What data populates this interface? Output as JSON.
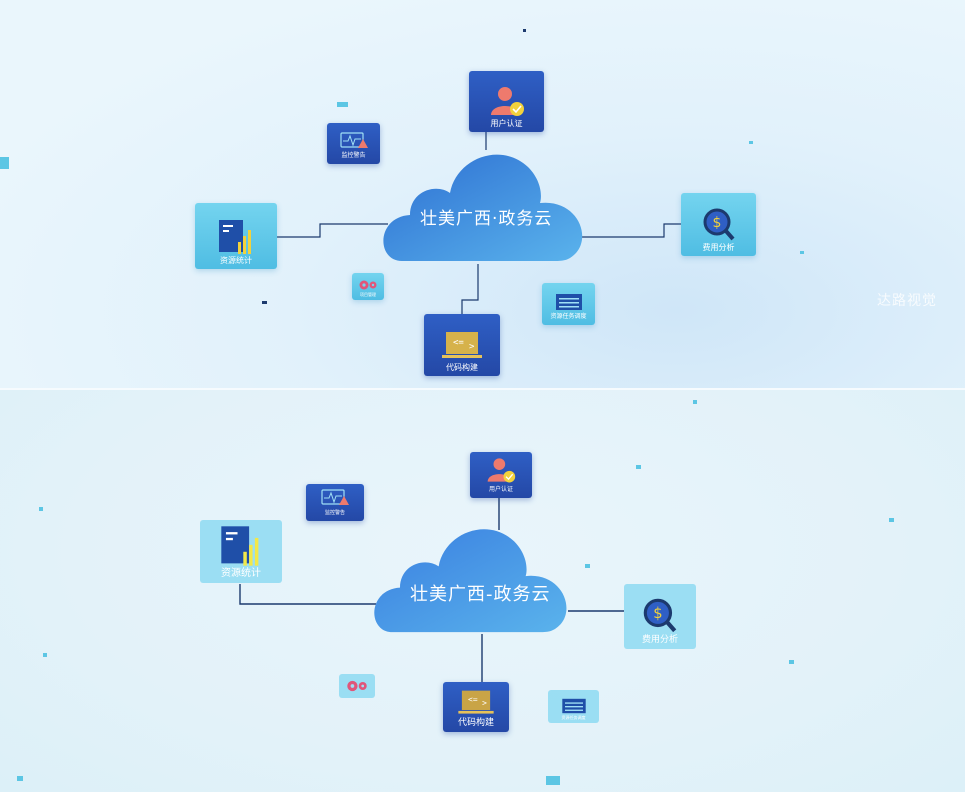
{
  "top_panel": {
    "cloud_title": "壮美广西·政务云",
    "nodes": {
      "user_auth": "用户认证",
      "monitor_alert": "监控警告",
      "resource_stats": "资源统计",
      "cost_analysis": "费用分析",
      "code_build": "代码构建",
      "resource_task": "资源任务调度",
      "project_mgmt": "项目管理"
    },
    "watermark": "达路视觉"
  },
  "bottom_panel": {
    "cloud_title": "壮美广西-政务云",
    "nodes": {
      "user_auth": "用户认证",
      "monitor_alert": "监控警告",
      "resource_stats": "资源统计",
      "cost_analysis": "费用分析",
      "code_build": "代码构建",
      "resource_task": "资源任务调度"
    }
  },
  "colors": {
    "node_dark": "#2b54b8",
    "node_light": "#5cc8ea",
    "cloud": "#3f8fe0",
    "connector": "#1c3a6e",
    "accent_yellow": "#f2d23c",
    "avatar_red": "#ee7a6d"
  }
}
